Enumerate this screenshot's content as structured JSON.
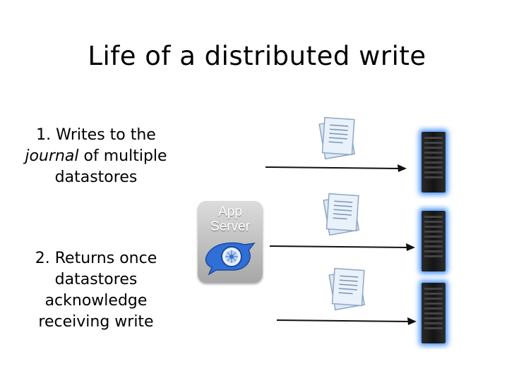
{
  "title": "Life of a distributed write",
  "step1": {
    "prefix": "1. Writes to the",
    "italic": "journal",
    "suffix": " of multiple",
    "line3": "datastores"
  },
  "step2": {
    "line1": "2. Returns once",
    "line2": "datastores",
    "line3": "acknowledge",
    "line4": "receiving write"
  },
  "app_server": {
    "line1": "App",
    "line2": "Server"
  },
  "icons": {
    "document": "document-stack-icon",
    "server": "server-tower-icon",
    "app": "app-engine-icon"
  },
  "colors": {
    "server_glow": "#3b8cff",
    "app_tile": "#b9b9b9",
    "app_logo": "#2f6fd6",
    "document": "#cfe0f3"
  }
}
